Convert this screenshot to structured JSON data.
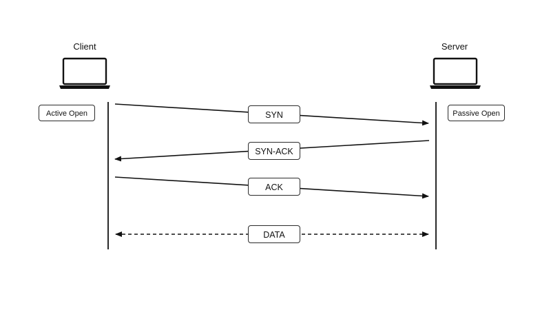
{
  "nodes": {
    "client": {
      "title": "Client",
      "state": "Active Open",
      "icon": "laptop-icon"
    },
    "server": {
      "title": "Server",
      "state": "Passive Open",
      "icon": "laptop-icon"
    }
  },
  "messages": [
    {
      "label": "SYN",
      "from": "client",
      "to": "server",
      "style": "solid"
    },
    {
      "label": "SYN-ACK",
      "from": "server",
      "to": "client",
      "style": "solid"
    },
    {
      "label": "ACK",
      "from": "client",
      "to": "server",
      "style": "solid"
    },
    {
      "label": "DATA",
      "from": "client",
      "to": "server",
      "style": "dashed",
      "bidirectional": true
    }
  ],
  "colors": {
    "stroke": "#111111",
    "box_border": "#2a2a2a",
    "background": "#ffffff"
  }
}
